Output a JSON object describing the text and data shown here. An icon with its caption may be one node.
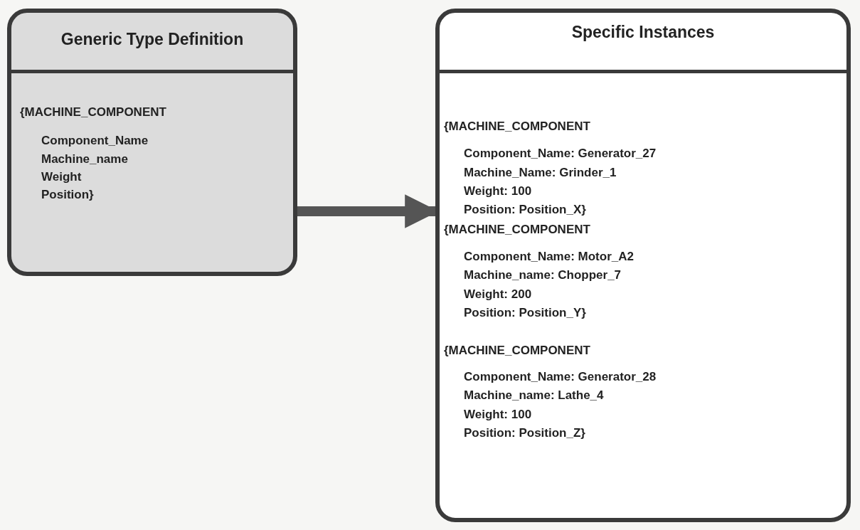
{
  "diagram": {
    "nodes": [
      {
        "text": [
          "Generic Type Definition",
          "{MACHINE_COMPONENT",
          "Component_Name",
          "Machine_name",
          "Weight",
          "Position}"
        ]
      },
      {
        "text": [
          "Specific Instances",
          "{MACHINE_COMPONENT",
          "Component_Name: Generator_27",
          "Machine_Name: Grinder_1",
          "Weight: 100",
          "Position: Position_X}",
          "{MACHINE_COMPONENT",
          "Component_Name: Motor_A2",
          "Machine_name: Chopper_7",
          "Weight: 200",
          "Position: Position_Y}",
          "{MACHINE_COMPONENT",
          "Component_Name: Generator_28",
          "Machine_name: Lathe_4",
          "Weight: 100",
          "Position: Position_Z}"
        ]
      }
    ],
    "edges": [
      {
        "from": 0,
        "to": 1,
        "arrow": "to"
      }
    ]
  }
}
